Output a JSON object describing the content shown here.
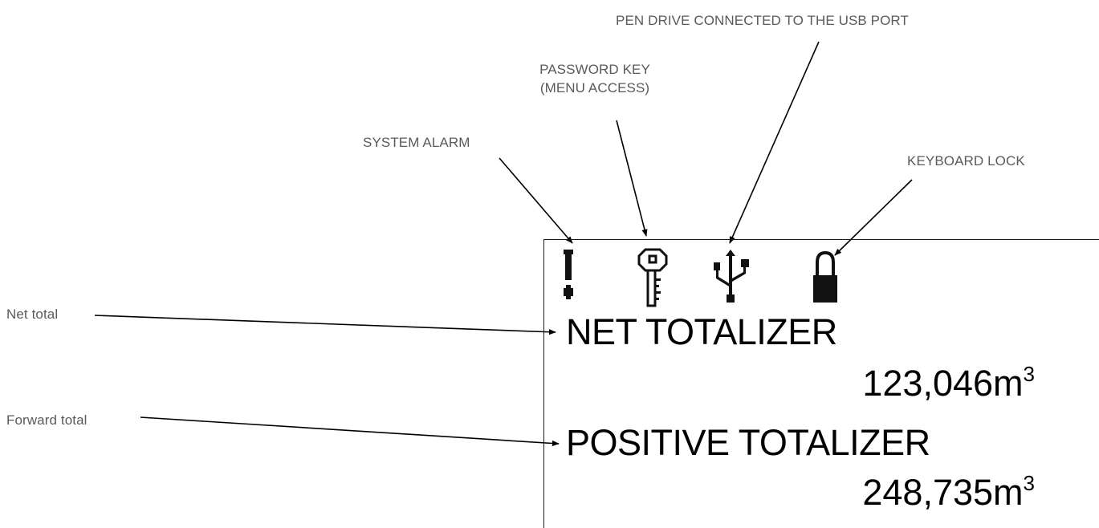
{
  "callouts": {
    "pen_drive": "PEN DRIVE CONNECTED TO THE  USB PORT",
    "password_line1": "PASSWORD KEY",
    "password_line2": "(MENU ACCESS)",
    "system_alarm": "SYSTEM ALARM",
    "keyboard_lock": "KEYBOARD LOCK",
    "net_total": "Net total",
    "forward_total": "Forward total"
  },
  "display": {
    "row1_label": "NET TOTALIZER",
    "row1_value": "123,046",
    "row1_unit": "m",
    "row1_unit_exp": "3",
    "row2_label": "POSITIVE TOTALIZER",
    "row2_value": "248,735",
    "row2_unit": "m",
    "row2_unit_exp": "3",
    "icons": [
      "alarm-icon",
      "key-icon",
      "usb-icon",
      "lock-icon"
    ]
  },
  "colors": {
    "callout_text": "#5a5a5a",
    "display_text": "#000000",
    "line": "#000000"
  }
}
